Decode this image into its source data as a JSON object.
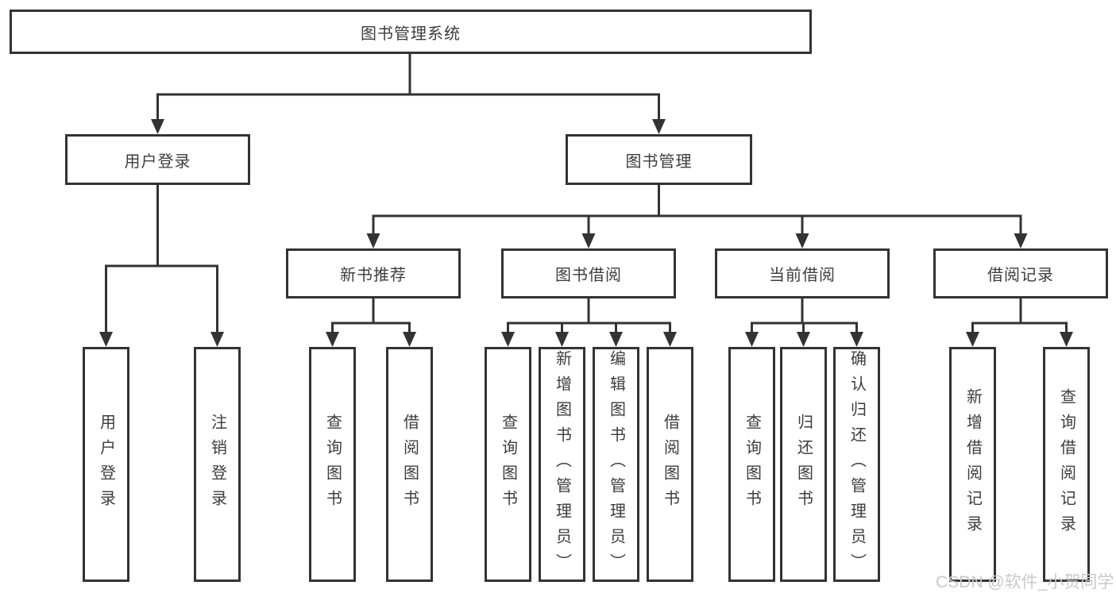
{
  "tree": {
    "label": "图书管理系统",
    "children": [
      {
        "label": "用户登录",
        "children": [
          {
            "label": "用户登录"
          },
          {
            "label": "注销登录"
          }
        ]
      },
      {
        "label": "图书管理",
        "children": [
          {
            "label": "新书推荐",
            "children": [
              {
                "label": "查询图书"
              },
              {
                "label": "借阅图书"
              }
            ]
          },
          {
            "label": "图书借阅",
            "children": [
              {
                "label": "查询图书"
              },
              {
                "label": "新增图书（管理员）"
              },
              {
                "label": "编辑图书（管理员）"
              },
              {
                "label": "借阅图书"
              }
            ]
          },
          {
            "label": "当前借阅",
            "children": [
              {
                "label": "查询图书"
              },
              {
                "label": "归还图书"
              },
              {
                "label": "确认归还（管理员）"
              }
            ]
          },
          {
            "label": "借阅记录",
            "children": [
              {
                "label": "新增借阅记录"
              },
              {
                "label": "查询借阅记录"
              }
            ]
          }
        ]
      }
    ]
  },
  "watermark": {
    "text": "CSDN @软件_小贺同学"
  },
  "colors": {
    "line": "#333333",
    "text": "#3d3d3d",
    "background": "#ffffff",
    "watermark": "#c9c9c9"
  }
}
